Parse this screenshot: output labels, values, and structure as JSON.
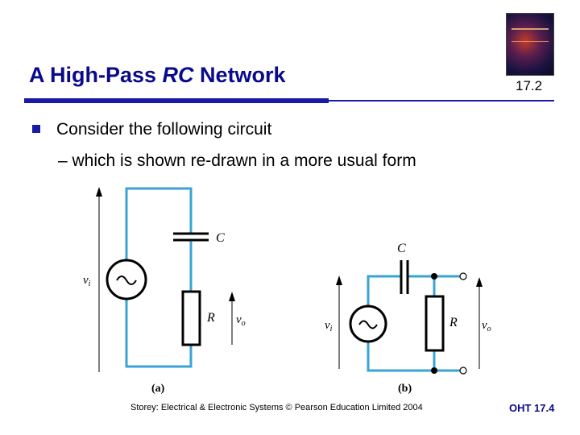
{
  "header": {
    "title_prefix": "A High-Pass ",
    "title_italic": "RC",
    "title_suffix": " Network",
    "slide_number": "17.2"
  },
  "content": {
    "bullet": "Consider the following circuit",
    "sub_bullet": "– which is shown re-drawn in a more usual form"
  },
  "figures": {
    "a": {
      "caption": "(a)",
      "cap_label": "C",
      "res_label": "R",
      "vin_label": "vi",
      "vout_label": "vo"
    },
    "b": {
      "caption": "(b)",
      "cap_label": "C",
      "res_label": "R",
      "vin_label": "vi",
      "vout_label": "vo"
    }
  },
  "footer": {
    "credit": "Storey: Electrical & Electronic Systems © Pearson Education Limited 2004",
    "oht": "OHT 17.4"
  },
  "colors": {
    "title": "#0a0a8c",
    "rule": "#1a1aa8",
    "wire": "#3aa3d6"
  }
}
